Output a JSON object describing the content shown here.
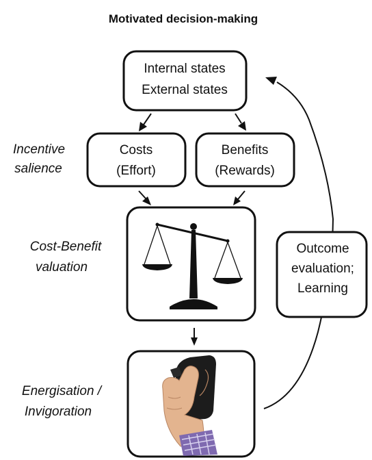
{
  "title": "Motivated decision-making",
  "states_box": {
    "line1": "Internal states",
    "line2": "External states"
  },
  "costs_box": {
    "line1": "Costs",
    "line2": "(Effort)"
  },
  "benefits_box": {
    "line1": "Benefits",
    "line2": "(Rewards)"
  },
  "outcome_box": {
    "line1": "Outcome",
    "line2": "evaluation;",
    "line3": "Learning"
  },
  "stage_labels": {
    "incentive_1": "Incentive",
    "incentive_2": "salience",
    "valuation_1": "Cost-Benefit",
    "valuation_2": "valuation",
    "energisation_1": "Energisation /",
    "energisation_2": "Invigoration"
  },
  "illustrations": {
    "balance": "balance-scale-icon",
    "handgrip": "hand-squeezing-grip-device"
  },
  "colors": {
    "ink": "#111111",
    "background": "#ffffff",
    "skin": "#e3b48f",
    "device": "#1c1c1c",
    "sleeve": "#7f6ab0"
  }
}
